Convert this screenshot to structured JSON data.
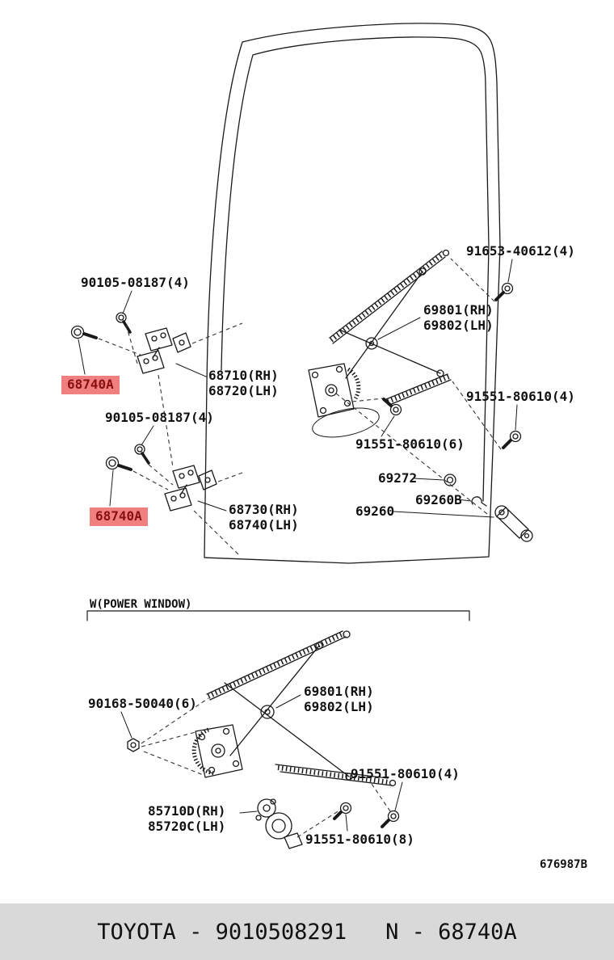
{
  "colors": {
    "highlight_bg": "#f08080",
    "highlight_text": "#8a1010",
    "footer_bg": "#d9d9d9",
    "line": "#1a1a1a"
  },
  "diagram": {
    "description": "Toyota rear door window regulator and hinge exploded parts diagram",
    "section_label": "W(POWER WINDOW)",
    "figure_code": "676987B",
    "callouts": [
      {
        "id": "90105-08187-upper",
        "text": "90105-08187(4)",
        "highlight": false
      },
      {
        "id": "91653-40612",
        "text": "91653-40612(4)",
        "highlight": false
      },
      {
        "id": "69801-upper",
        "text": "69801(RH)",
        "highlight": false
      },
      {
        "id": "69802-upper",
        "text": "69802(LH)",
        "highlight": false
      },
      {
        "id": "68710",
        "text": "68710(RH)",
        "highlight": false
      },
      {
        "id": "68720",
        "text": "68720(LH)",
        "highlight": false
      },
      {
        "id": "68740A-upper",
        "text": "68740A",
        "highlight": true
      },
      {
        "id": "90105-08187-lower",
        "text": "90105-08187(4)",
        "highlight": false
      },
      {
        "id": "91551-80610-4-up",
        "text": "91551-80610(4)",
        "highlight": false
      },
      {
        "id": "91551-80610-6",
        "text": "91551-80610(6)",
        "highlight": false
      },
      {
        "id": "69272",
        "text": "69272",
        "highlight": false
      },
      {
        "id": "69260B",
        "text": "69260B",
        "highlight": false
      },
      {
        "id": "69260",
        "text": "69260",
        "highlight": false
      },
      {
        "id": "68740A-lower",
        "text": "68740A",
        "highlight": true
      },
      {
        "id": "68730",
        "text": "68730(RH)",
        "highlight": false
      },
      {
        "id": "68740",
        "text": "68740(LH)",
        "highlight": false
      },
      {
        "id": "69801-lower",
        "text": "69801(RH)",
        "highlight": false
      },
      {
        "id": "69802-lower",
        "text": "69802(LH)",
        "highlight": false
      },
      {
        "id": "90168-50040",
        "text": "90168-50040(6)",
        "highlight": false
      },
      {
        "id": "91551-80610-4-lo",
        "text": "91551-80610(4)",
        "highlight": false
      },
      {
        "id": "85710D",
        "text": "85710D(RH)",
        "highlight": false
      },
      {
        "id": "85720C",
        "text": "85720C(LH)",
        "highlight": false
      },
      {
        "id": "91551-80610-8",
        "text": "91551-80610(8)",
        "highlight": false
      }
    ]
  },
  "footer": {
    "catalog_number": "TOYOTA - 9010508291",
    "part_reference": "N - 68740A"
  }
}
